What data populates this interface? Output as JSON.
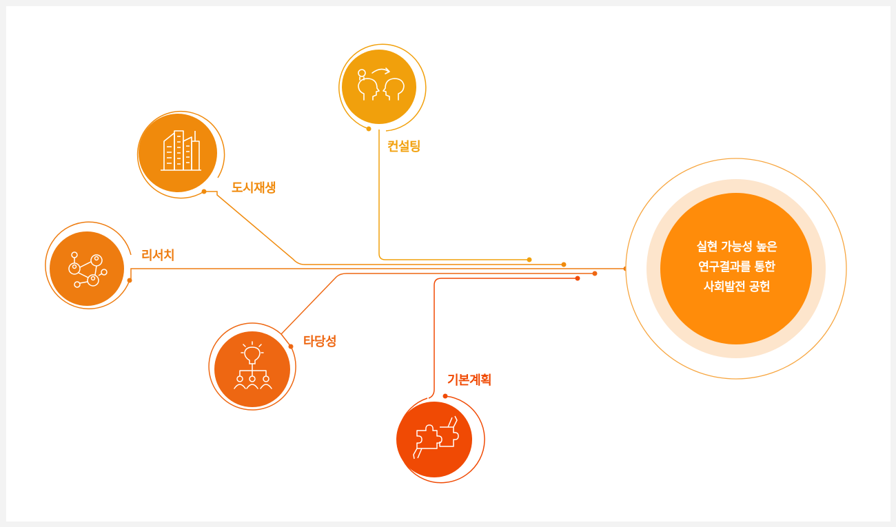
{
  "colors": {
    "consulting": "#f1a00c",
    "urban": "#f08a0c",
    "research": "#ee7c10",
    "feasibility": "#ee6712",
    "basic_plan": "#f04a04",
    "center": "#ff8c0a",
    "center_halo": "#fde5cc"
  },
  "nodes": {
    "consulting": {
      "label": "컨설팅",
      "icon": "consulting-icon"
    },
    "urban": {
      "label": "도시재생",
      "icon": "buildings-icon"
    },
    "research": {
      "label": "리서치",
      "icon": "network-people-icon"
    },
    "feasibility": {
      "label": "타당성",
      "icon": "idea-team-icon"
    },
    "basic_plan": {
      "label": "기본계획",
      "icon": "puzzle-hands-icon"
    }
  },
  "center": {
    "lines": [
      "실현 가능성 높은",
      "연구결과를 통한",
      "사회발전 공헌"
    ]
  }
}
